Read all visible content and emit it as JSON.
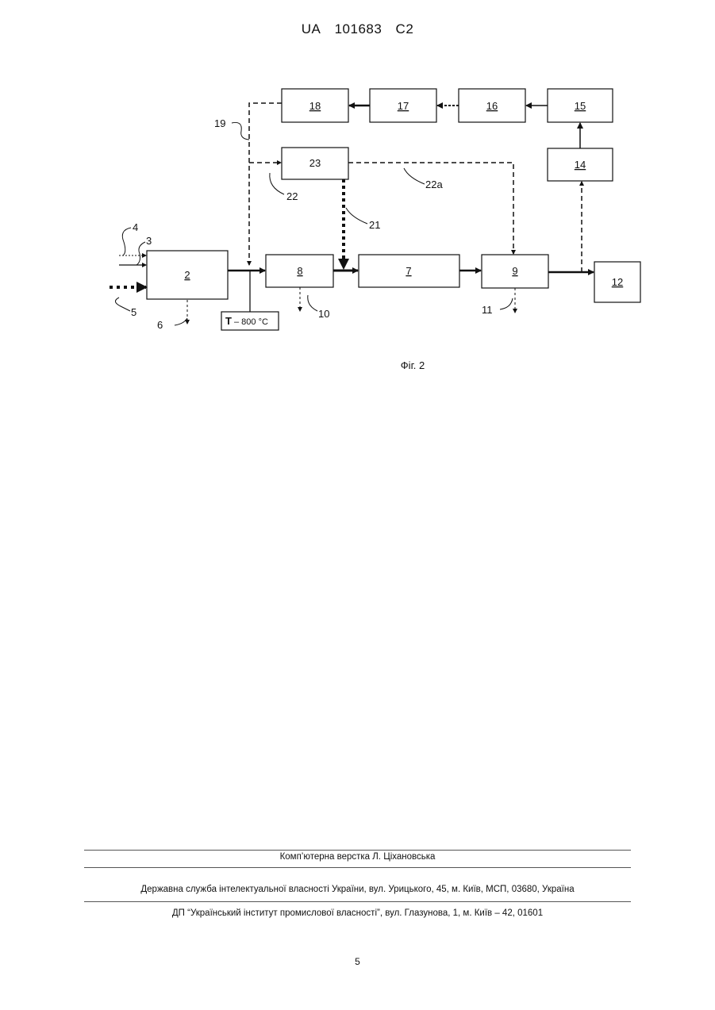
{
  "header": {
    "country": "UA",
    "number": "101683",
    "kind": "C2"
  },
  "diagram": {
    "blocks": {
      "b2": "2",
      "b7": "7",
      "b8": "8",
      "b9": "9",
      "b12": "12",
      "b14": "14",
      "b15": "15",
      "b16": "16",
      "b17": "17",
      "b18": "18",
      "b23": "23"
    },
    "labels": {
      "l3": "3",
      "l4": "4",
      "l5": "5",
      "l6": "6",
      "l10": "10",
      "l11": "11",
      "l19": "19",
      "l21": "21",
      "l22": "22",
      "l22a": "22a"
    },
    "temp_box": {
      "t": "T",
      "value": " – 800 °C"
    }
  },
  "figure_caption": "Фіг. 2",
  "footer": {
    "compiler": "Комп’ютерна верстка Л. Ціхановська",
    "service": "Державна служба інтелектуальної власності України, вул. Урицького, 45, м. Київ, МСП, 03680, Україна",
    "institute": "ДП “Український інститут промислової власності”, вул. Глазунова, 1, м. Київ – 42, 01601"
  },
  "page_number": "5"
}
